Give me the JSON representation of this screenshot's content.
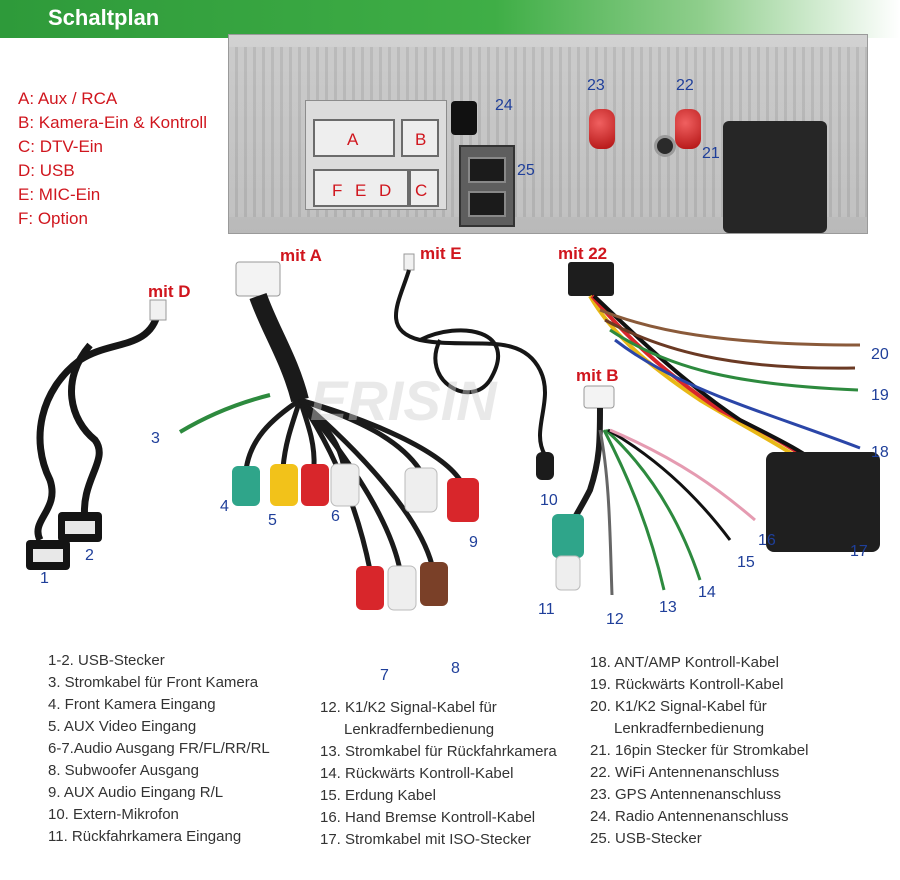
{
  "header": {
    "title": "Schaltplan"
  },
  "legend": [
    "A: Aux / RCA",
    "B: Kamera-Ein & Kontroll",
    "C: DTV-Ein",
    "D: USB",
    "E: MIC-Ein",
    "F: Option"
  ],
  "unit": {
    "sockets": [
      "A",
      "B",
      "F",
      "E",
      "D",
      "C"
    ],
    "callouts": [
      "23",
      "22",
      "24",
      "25",
      "21"
    ]
  },
  "cables": {
    "groups": [
      "mit A",
      "mit E",
      "mit 22",
      "mit D",
      "mit B"
    ],
    "numbers": [
      "1",
      "2",
      "3",
      "4",
      "5",
      "6",
      "7",
      "8",
      "9",
      "10",
      "11",
      "12",
      "13",
      "14",
      "15",
      "16",
      "17",
      "18",
      "19",
      "20"
    ]
  },
  "descriptions": {
    "col1": [
      "1-2. USB-Stecker",
      "3. Stromkabel für Front Kamera",
      "4. Front Kamera Eingang",
      "5. AUX Video Eingang",
      "6-7.Audio Ausgang FR/FL/RR/RL",
      "8. Subwoofer Ausgang",
      "9. AUX Audio Eingang R/L",
      "10. Extern-Mikrofon",
      "11. Rückfahrkamera Eingang"
    ],
    "col2": [
      "12. K1/K2 Signal-Kabel für",
      "Lenkradfernbedienung",
      "13. Stromkabel für Rückfahrkamera",
      "14. Rückwärts Kontroll-Kabel",
      "15. Erdung Kabel",
      "16. Hand Bremse Kontroll-Kabel",
      "17. Stromkabel mit ISO-Stecker"
    ],
    "col3": [
      "18. ANT/AMP Kontroll-Kabel",
      "19. Rückwärts Kontroll-Kabel",
      "20. K1/K2 Signal-Kabel für",
      "Lenkradfernbedienung",
      "21. 16pin Stecker für Stromkabel",
      "22. WiFi Antennenanschluss",
      "23. GPS Antennenanschluss",
      "24. Radio Antennenanschluss",
      "25. USB-Stecker"
    ]
  }
}
